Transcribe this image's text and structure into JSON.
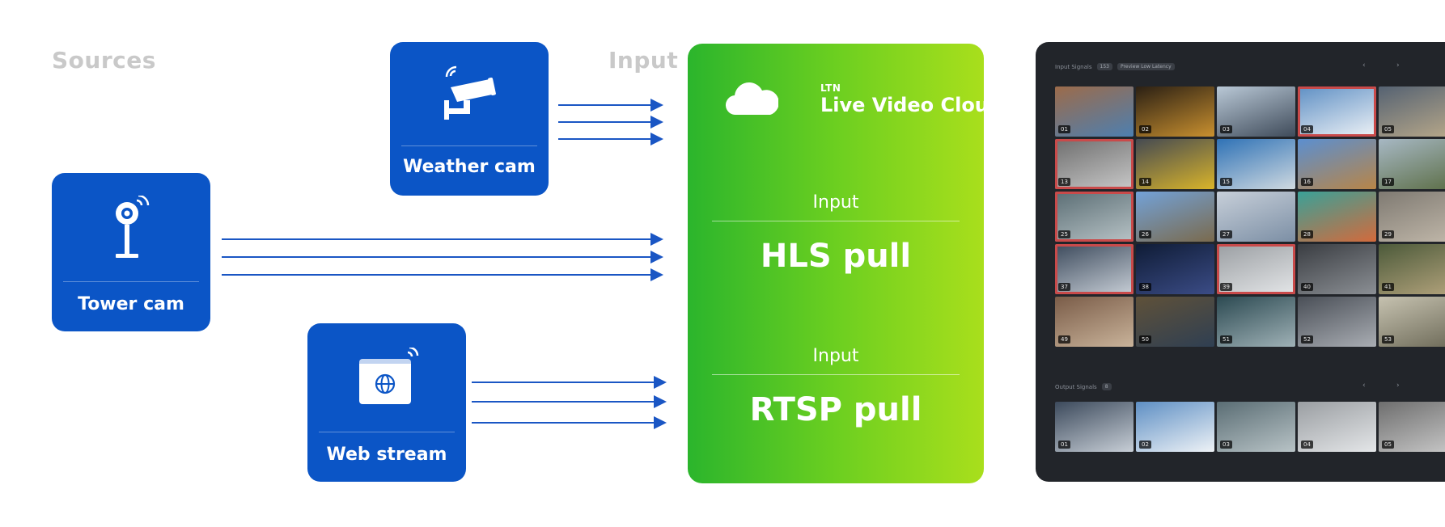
{
  "labels": {
    "sources": "Sources",
    "input": "Input"
  },
  "sources": [
    {
      "id": "weather",
      "name": "Weather cam",
      "icon": "security-camera-icon"
    },
    {
      "id": "tower",
      "name": "Tower cam",
      "icon": "tower-camera-icon"
    },
    {
      "id": "web",
      "name": "Web stream",
      "icon": "web-stream-icon"
    }
  ],
  "cloud": {
    "brand_small": "LTN",
    "brand_name": "Live Video Cloud",
    "inputs": [
      {
        "title": "Input",
        "protocol": "HLS pull"
      },
      {
        "title": "Input",
        "protocol": "RTSP pull"
      }
    ]
  },
  "dashboard": {
    "input_signals": {
      "label": "Input Signals",
      "count": "153",
      "mode": "Preview Low Latency"
    },
    "output_signals": {
      "label": "Output Signals",
      "count": "8"
    },
    "nav_prev": "‹",
    "nav_next": "›",
    "input_thumbs": [
      {
        "num": "01",
        "c1": "#9c6b4a",
        "c2": "#4d7fb0",
        "selected": false
      },
      {
        "num": "02",
        "c1": "#2b2014",
        "c2": "#c9902f",
        "selected": false
      },
      {
        "num": "03",
        "c1": "#b9c8d6",
        "c2": "#3f4b5a",
        "selected": false
      },
      {
        "num": "04",
        "c1": "#5e8fc4",
        "c2": "#eef2f6",
        "selected": true
      },
      {
        "num": "05",
        "c1": "#556272",
        "c2": "#b9a98a",
        "selected": false
      },
      {
        "num": "13",
        "c1": "#6e6e6e",
        "c2": "#c8c8c8",
        "selected": true
      },
      {
        "num": "14",
        "c1": "#454a52",
        "c2": "#d9b42a",
        "selected": false
      },
      {
        "num": "15",
        "c1": "#2f72b6",
        "c2": "#cfd9e0",
        "selected": false
      },
      {
        "num": "16",
        "c1": "#5b8fd0",
        "c2": "#b88547",
        "selected": false
      },
      {
        "num": "17",
        "c1": "#a7b8c4",
        "c2": "#5c6e46",
        "selected": false
      },
      {
        "num": "25",
        "c1": "#5a6d74",
        "c2": "#b8c3c6",
        "selected": true
      },
      {
        "num": "26",
        "c1": "#73a2d8",
        "c2": "#7a6a4d",
        "selected": false
      },
      {
        "num": "27",
        "c1": "#c7cfd9",
        "c2": "#7c8fa5",
        "selected": false
      },
      {
        "num": "28",
        "c1": "#3aa198",
        "c2": "#d36a3c",
        "selected": false
      },
      {
        "num": "29",
        "c1": "#7f7a72",
        "c2": "#c1b8aa",
        "selected": false
      },
      {
        "num": "37",
        "c1": "#3c4a5c",
        "c2": "#c7ced6",
        "selected": true
      },
      {
        "num": "38",
        "c1": "#0f1c36",
        "c2": "#3b4c86",
        "selected": false
      },
      {
        "num": "39",
        "c1": "#9a9ea2",
        "c2": "#e4e6e8",
        "selected": true
      },
      {
        "num": "40",
        "c1": "#3a3d42",
        "c2": "#8b8f94",
        "selected": false
      },
      {
        "num": "41",
        "c1": "#4c5a3a",
        "c2": "#b3a37c",
        "selected": false
      },
      {
        "num": "49",
        "c1": "#7a5c48",
        "c2": "#c9b39a",
        "selected": false
      },
      {
        "num": "50",
        "c1": "#5f5139",
        "c2": "#2f3f52",
        "selected": false
      },
      {
        "num": "51",
        "c1": "#2c4a52",
        "c2": "#9fb1b6",
        "selected": false
      },
      {
        "num": "52",
        "c1": "#4a4f57",
        "c2": "#a9adb3",
        "selected": false
      },
      {
        "num": "53",
        "c1": "#c6c2b0",
        "c2": "#6d6a58",
        "selected": false
      }
    ],
    "output_thumbs": [
      {
        "num": "01",
        "c1": "#3c4a5c",
        "c2": "#c7ced6"
      },
      {
        "num": "02",
        "c1": "#5e8fc4",
        "c2": "#eef2f6"
      },
      {
        "num": "03",
        "c1": "#5a6d74",
        "c2": "#b8c3c6"
      },
      {
        "num": "04",
        "c1": "#9a9ea2",
        "c2": "#e4e6e8"
      },
      {
        "num": "05",
        "c1": "#6e6e6e",
        "c2": "#c8c8c8"
      }
    ]
  },
  "colors": {
    "source_blue": "#0b55c6",
    "arrow_blue": "#1a56c4",
    "dashboard_bg": "#22252a",
    "selected_border": "#c94a4a"
  }
}
